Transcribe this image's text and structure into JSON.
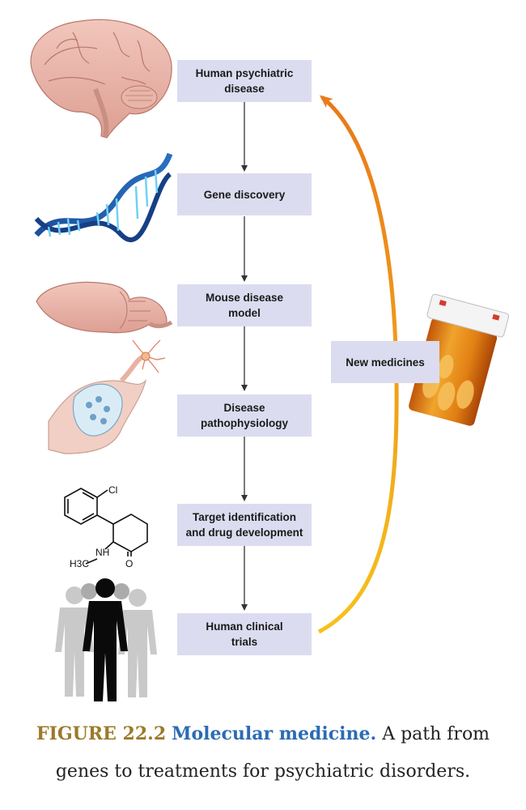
{
  "flow_steps": [
    {
      "label": "Human psychiatric\ndisease"
    },
    {
      "label": "Gene discovery"
    },
    {
      "label": "Mouse disease\nmodel"
    },
    {
      "label": "Disease\npathophysiology"
    },
    {
      "label": "Target identification\nand drug development"
    },
    {
      "label": "Human clinical\ntrials"
    }
  ],
  "feedback": {
    "label": "New medicines"
  },
  "molecule_labels": {
    "cl": "Cl",
    "nh": "NH",
    "o": "O",
    "h3c": "H3C"
  },
  "caption": {
    "figure_number": "FIGURE 22.2",
    "title": "Molecular medicine.",
    "line1_text": " A path from",
    "line2": "genes to treatments for psychiatric disorders."
  },
  "colors": {
    "box": "#dcdcf0",
    "figure_number": "#9c7a2b",
    "title": "#2c6bb3",
    "arrow_start": "#f2a91e",
    "arrow_end": "#e9781a"
  },
  "icons": [
    "brain-icon",
    "dna-icon",
    "mouse-brain-icon",
    "synapse-icon",
    "molecule-icon",
    "human-silhouettes-icon",
    "pill-bottle-icon"
  ]
}
